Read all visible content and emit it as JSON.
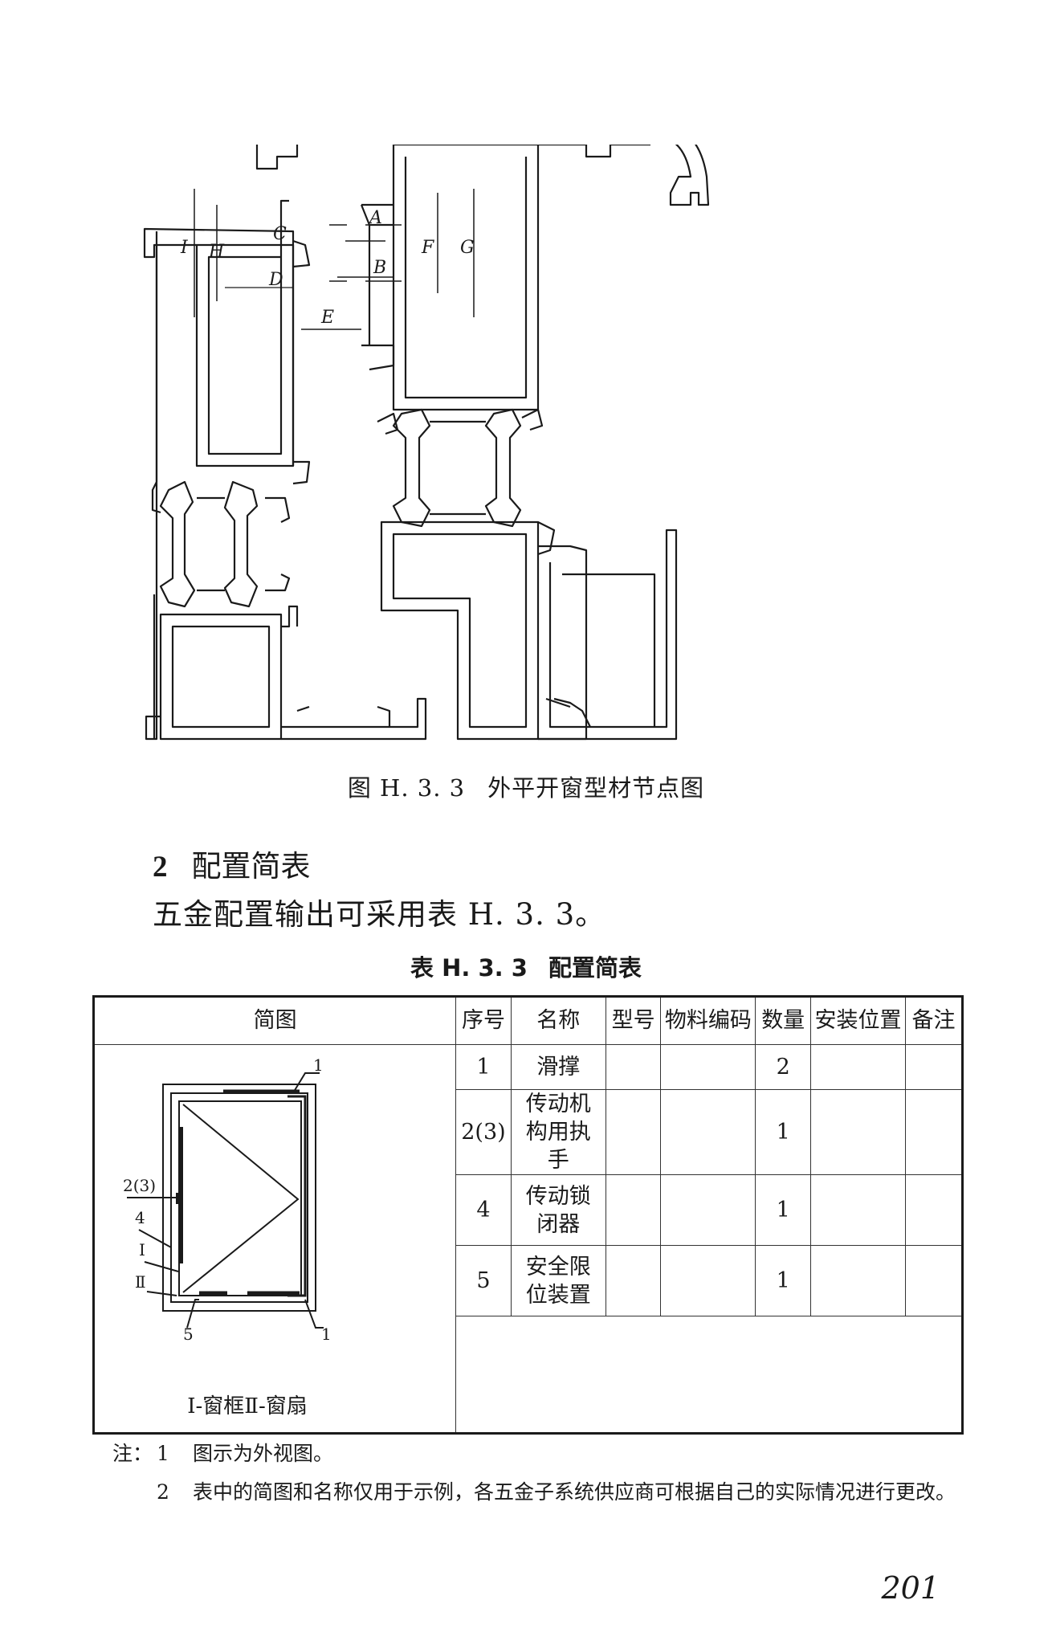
{
  "figure": {
    "caption_number": "图 H. 3. 3",
    "caption_title": "外平开窗型材节点图",
    "dimension_labels": [
      "A",
      "B",
      "C",
      "D",
      "E",
      "F",
      "G",
      "H",
      "I"
    ]
  },
  "section": {
    "number": "2",
    "title": "配置简表",
    "body": "五金配置输出可采用表 H. 3. 3。"
  },
  "table": {
    "number": "表 H. 3. 3",
    "title": "配置简表",
    "headers": [
      "简图",
      "序号",
      "名称",
      "型号",
      "物料编码",
      "数量",
      "安装位置",
      "备注"
    ],
    "rows": [
      {
        "index": "1",
        "name": "滑撑",
        "model": "",
        "code": "",
        "qty": "2",
        "position": "",
        "remark": ""
      },
      {
        "index": "2(3)",
        "name": "传动机构用执手",
        "model": "",
        "code": "",
        "qty": "1",
        "position": "",
        "remark": ""
      },
      {
        "index": "4",
        "name": "传动锁闭器",
        "model": "",
        "code": "",
        "qty": "1",
        "position": "",
        "remark": ""
      },
      {
        "index": "5",
        "name": "安全限位装置",
        "model": "",
        "code": "",
        "qty": "1",
        "position": "",
        "remark": ""
      }
    ],
    "sketch": {
      "callouts": [
        "1",
        "2(3)",
        "4",
        "Ⅰ",
        "Ⅱ",
        "5",
        "1"
      ],
      "caption": "Ⅰ-窗框Ⅱ-窗扇"
    }
  },
  "notes": {
    "label": "注：",
    "items": [
      {
        "index": "1",
        "text": "图示为外视图。"
      },
      {
        "index": "2",
        "text": "表中的简图和名称仅用于示例，各五金子系统供应商可根据自己的实际情况进行更改。"
      }
    ]
  },
  "page_number": "201"
}
